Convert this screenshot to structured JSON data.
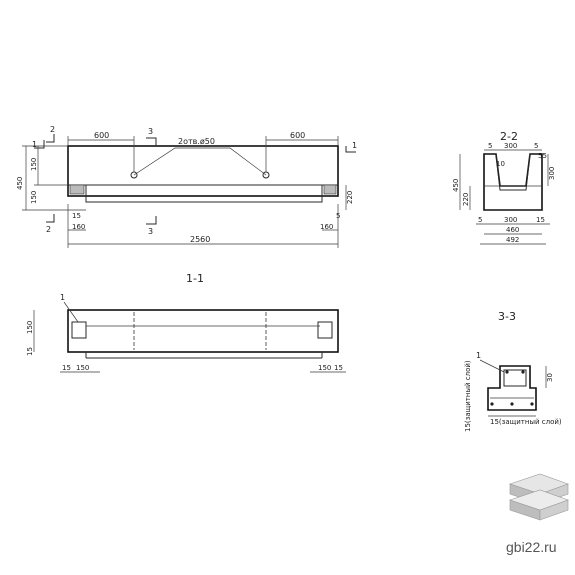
{
  "site": {
    "watermark": "gbi22.ru"
  },
  "elevation": {
    "section_mark_a": "1",
    "section_mark_b": "2",
    "section_mark_c": "3",
    "dim_top_left": "600",
    "dim_top_right": "600",
    "holes_note": "2отв.ø50",
    "dim_150_a": "150",
    "dim_450": "450",
    "dim_150_b": "150",
    "dim_220": "220",
    "dim_5": "5",
    "dim_15": "15",
    "dim_160_left": "160",
    "dim_160_right": "160",
    "dim_total": "2560",
    "section_title": "1-1"
  },
  "plan": {
    "callout": "1",
    "dim_150": "150",
    "dim_15": "15",
    "dim_bottom_15_left": "15",
    "dim_bottom_150_left": "150",
    "dim_bottom_150_right": "150",
    "dim_bottom_15_right": "15"
  },
  "section22": {
    "title": "2-2",
    "dim_5_left": "5",
    "dim_300_top": "300",
    "dim_5_right": "5",
    "dim_55": "55",
    "dim_10": "10",
    "dim_450": "450",
    "dim_300_right": "300",
    "dim_220": "220",
    "dim_5_bottom": "5",
    "dim_300_bottom": "300",
    "dim_15_bottom": "15",
    "dim_460": "460",
    "dim_492": "492"
  },
  "section33": {
    "title": "3-3",
    "callout": "1",
    "dim_30": "30",
    "side_note": "15(защитный слой)",
    "bottom_note": "15(защитный слой)"
  }
}
